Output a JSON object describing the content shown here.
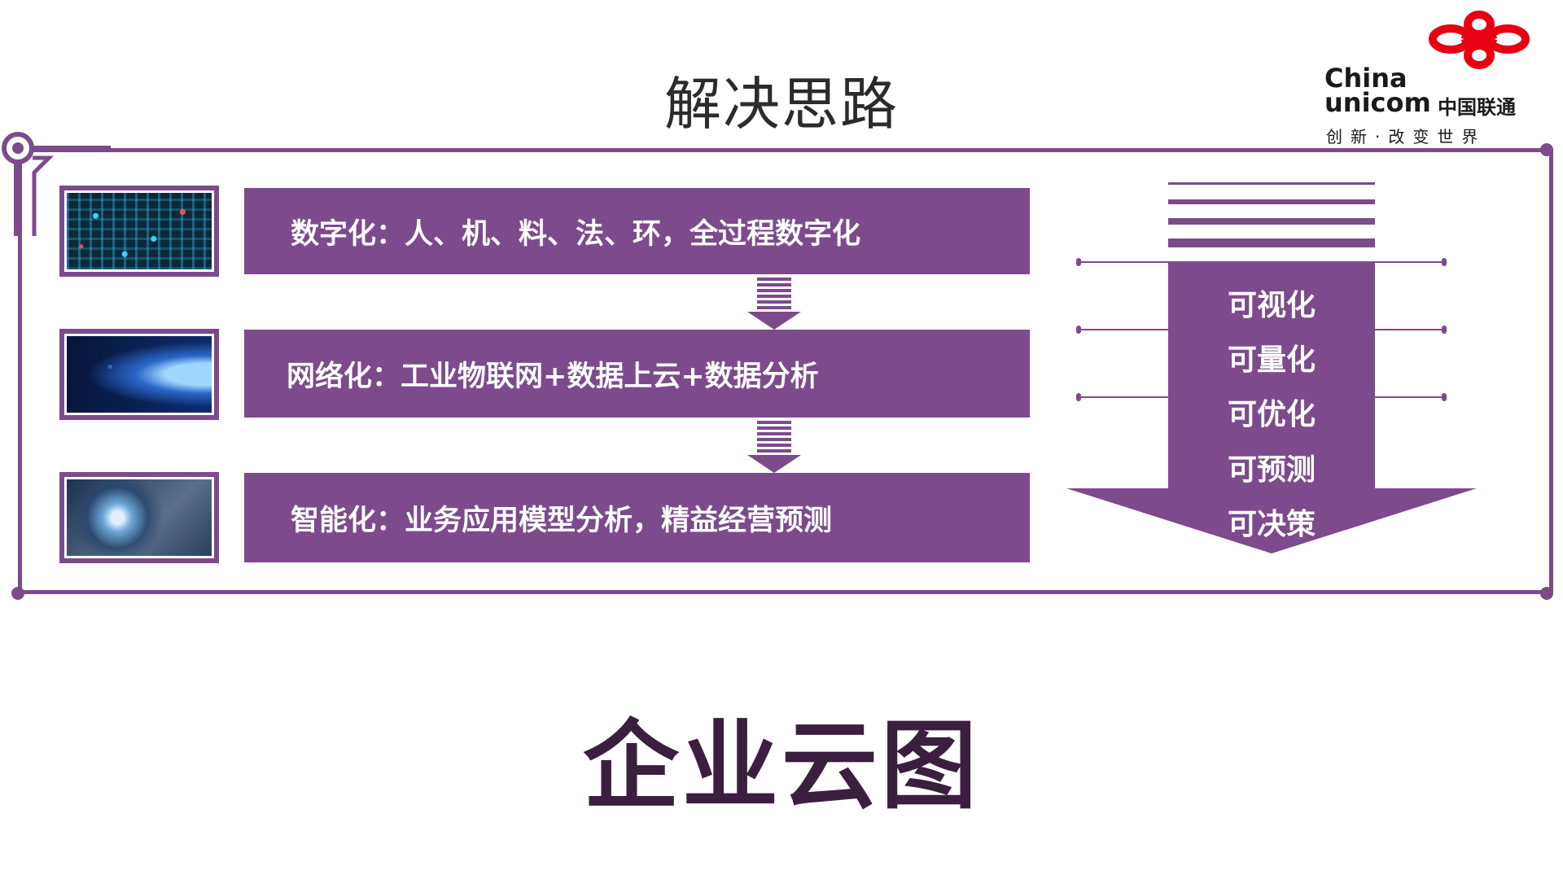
{
  "slide": {
    "title": "解决思路",
    "bottom_title": "企业云图"
  },
  "logo": {
    "line1": "China",
    "line2": "unicom",
    "chinese_name": "中国联通",
    "slogan": "创新·改变世界"
  },
  "steps": [
    {
      "label": "数字化：人、机、料、法、环，全过程数字化",
      "image": "data-matrix-image"
    },
    {
      "label": "网络化：工业物联网+数据上云+数据分析",
      "image": "globe-network-image"
    },
    {
      "label": "智能化：业务应用模型分析，精益经营预测",
      "image": "ai-eye-image"
    }
  ],
  "funnel": {
    "items": [
      "可视化",
      "可量化",
      "可优化",
      "可预测",
      "可决策"
    ]
  },
  "colors": {
    "accent": "#7d4a8c",
    "title_dark": "#3b1f3f",
    "logo_red": "#e60012"
  }
}
